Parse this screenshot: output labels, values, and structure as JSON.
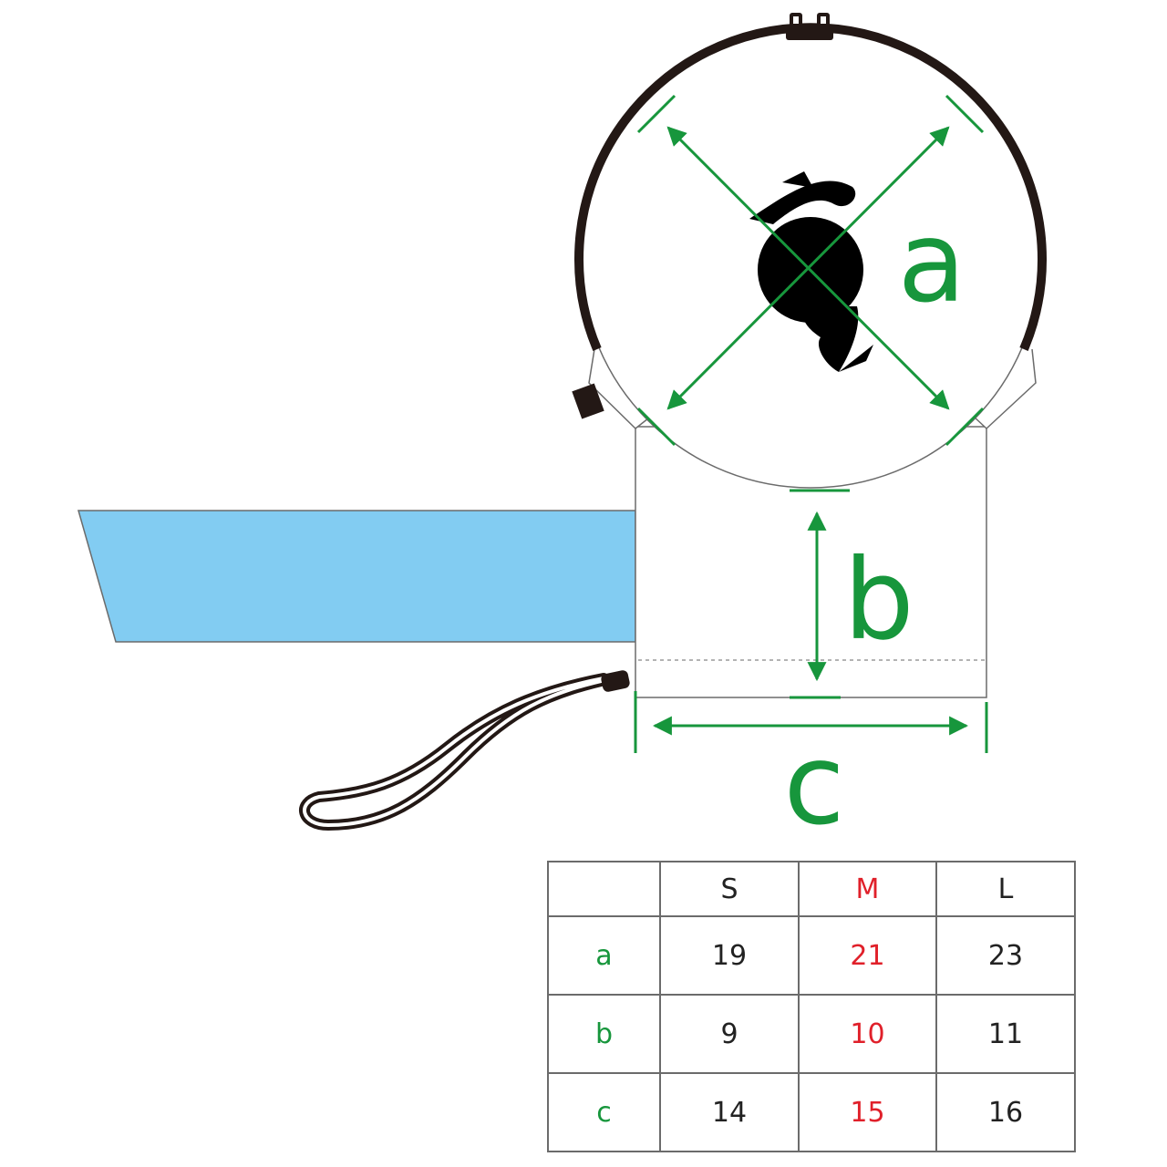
{
  "colors": {
    "dimension": "#17963c",
    "highlight": "#e0202a",
    "strap_blue": "#82ccf2",
    "ring": "#231815",
    "outline": "#6b6b6b"
  },
  "labels": {
    "a": "a",
    "b": "b",
    "c": "c"
  },
  "size_table": {
    "columns": [
      "",
      "S",
      "M",
      "L"
    ],
    "highlight_column": "M",
    "rows": [
      {
        "label": "a",
        "values": [
          "19",
          "21",
          "23"
        ]
      },
      {
        "label": "b",
        "values": [
          "9",
          "10",
          "11"
        ]
      },
      {
        "label": "c",
        "values": [
          "14",
          "15",
          "16"
        ]
      }
    ]
  }
}
